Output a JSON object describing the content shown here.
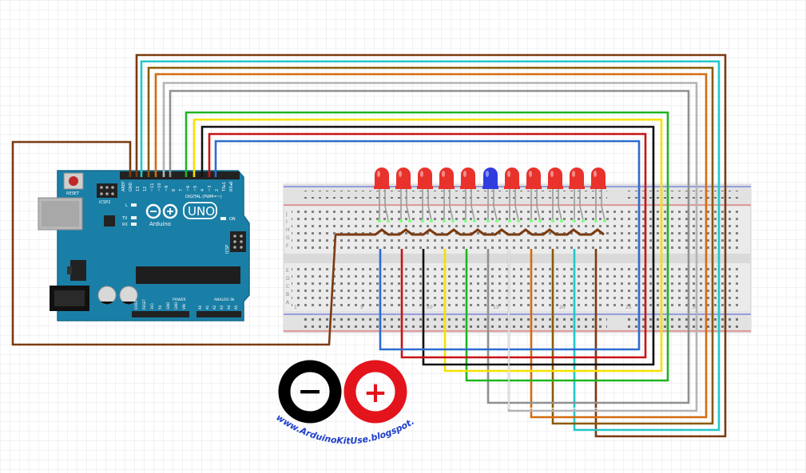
{
  "colors": {
    "grid": "#e6e6ee",
    "board": "#1a7fa6",
    "board_edge": "#14688a",
    "breadboard": "#ececec",
    "rail_red": "#e05050",
    "rail_blue": "#4a5ad8",
    "led_red": "#e8322b",
    "led_blue": "#2f3ddf",
    "resistor": "#7b3a10",
    "logo_black": "#000000",
    "logo_red": "#e3141b",
    "url_text": "#1f3ec8"
  },
  "wire_colors": [
    "#7b3a10",
    "#22c7c7",
    "#8b5a00",
    "#d46c10",
    "#9a9a9a",
    "#909090",
    "#1fb521",
    "#f5e000",
    "#111111",
    "#c81414",
    "#2d6cd0"
  ],
  "arduino": {
    "reset_label": "RESET",
    "icsp2_label": "ICSP2",
    "l_label": "L",
    "tx_label": "TX",
    "rx_label": "RX",
    "on_label": "ON",
    "icsp_label": "ICSP",
    "digital_label": "DIGITAL (PWM=~)",
    "uno_label": "UNO",
    "brand_label": "Arduino",
    "power_label": "POWER",
    "analog_label": "ANALOG IN",
    "top_pins": [
      "AREF",
      "GND",
      "13",
      "12",
      "~11",
      "~10",
      "~9",
      "8",
      "7",
      "~6",
      "~5",
      "4",
      "~3",
      "2",
      "TX▸1",
      "RX◂0"
    ],
    "power_pins": [
      "IOREF",
      "RESET",
      "3V3",
      "5V",
      "GND",
      "GND",
      "VIN"
    ],
    "analog_pins": [
      "A0",
      "A1",
      "A2",
      "A3",
      "A4",
      "A5"
    ]
  },
  "breadboard": {
    "row_letters_top": [
      "J",
      "I",
      "H",
      "G",
      "F"
    ],
    "row_letters_bottom": [
      "E",
      "D",
      "C",
      "B",
      "A"
    ],
    "column_numbers": [
      "1",
      "5",
      "10",
      "15",
      "20",
      "25",
      "30"
    ]
  },
  "leds": [
    "red",
    "red",
    "red",
    "red",
    "red",
    "blue",
    "red",
    "red",
    "red",
    "red",
    "red"
  ],
  "logo": {
    "minus": "−",
    "plus": "+",
    "url": "www.ArduinoKitUse.blogspot.com"
  }
}
